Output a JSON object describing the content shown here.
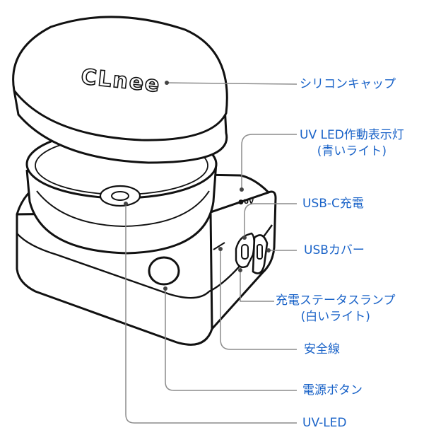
{
  "device": {
    "logo_text": "CLnee",
    "uv_marking": "●UV"
  },
  "colors": {
    "callout_text": "#1a63c8",
    "leader_line": "#8c8c8c",
    "outline": "#111111"
  },
  "callouts": {
    "silicone_cap": "シリコンキャップ",
    "uv_led_indicator": "UV LED作動表示灯",
    "uv_led_indicator_sub": "(青いライト)",
    "usb_c_charge": "USB-C充電",
    "usb_cover": "USBカバー",
    "charge_status_lamp": "充電ステータスランプ",
    "charge_status_lamp_sub": "(白いライト)",
    "safety_line": "安全線",
    "power_button": "電源ボタン",
    "uv_led": "UV-LED"
  }
}
